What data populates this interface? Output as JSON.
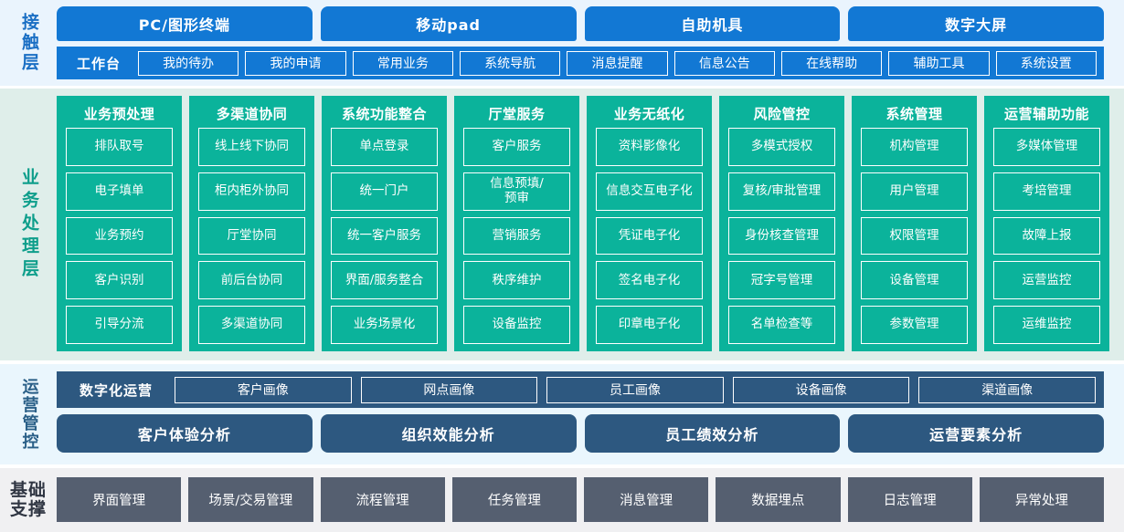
{
  "layers": {
    "contact": {
      "label": "接触层",
      "channels": [
        "PC/图形终端",
        "移动pad",
        "自助机具",
        "数字大屏"
      ],
      "workbench_title": "工作台",
      "workbench_items": [
        "我的待办",
        "我的申请",
        "常用业务",
        "系统导航",
        "消息提醒",
        "信息公告",
        "在线帮助",
        "辅助工具",
        "系统设置"
      ],
      "color": "#1278d4",
      "bg": "#eaf4fd"
    },
    "business": {
      "label": "业务处理层",
      "color": "#0bb39b",
      "bg": "#dfeeea",
      "columns": [
        {
          "title": "业务预处理",
          "items": [
            "排队取号",
            "电子填单",
            "业务预约",
            "客户识别",
            "引导分流"
          ]
        },
        {
          "title": "多渠道协同",
          "items": [
            "线上线下协同",
            "柜内柜外协同",
            "厅堂协同",
            "前后台协同",
            "多渠道协同"
          ]
        },
        {
          "title": "系统功能整合",
          "items": [
            "单点登录",
            "统一门户",
            "统一客户服务",
            "界面/服务整合",
            "业务场景化"
          ]
        },
        {
          "title": "厅堂服务",
          "items": [
            "客户服务",
            "信息预填/\n预审",
            "营销服务",
            "秩序维护",
            "设备监控"
          ]
        },
        {
          "title": "业务无纸化",
          "items": [
            "资料影像化",
            "信息交互电子化",
            "凭证电子化",
            "签名电子化",
            "印章电子化"
          ]
        },
        {
          "title": "风险管控",
          "items": [
            "多模式授权",
            "复核/审批管理",
            "身份核查管理",
            "冠字号管理",
            "名单检查等"
          ]
        },
        {
          "title": "系统管理",
          "items": [
            "机构管理",
            "用户管理",
            "权限管理",
            "设备管理",
            "参数管理"
          ]
        },
        {
          "title": "运营辅助功能",
          "items": [
            "多媒体管理",
            "考培管理",
            "故障上报",
            "运营监控",
            "运维监控"
          ]
        }
      ]
    },
    "operations": {
      "label": "运营管控",
      "color": "#2d5880",
      "bg": "#eaf6fd",
      "digital_title": "数字化运营",
      "portraits": [
        "客户画像",
        "网点画像",
        "员工画像",
        "设备画像",
        "渠道画像"
      ],
      "analyses": [
        "客户体验分析",
        "组织效能分析",
        "员工绩效分析",
        "运营要素分析"
      ]
    },
    "foundation": {
      "label": "基础支撑",
      "label_line1": "基础",
      "label_line2": "支撑",
      "color": "#555f70",
      "bg": "#f0f0f2",
      "items": [
        "界面管理",
        "场景/交易管理",
        "流程管理",
        "任务管理",
        "消息管理",
        "数据埋点",
        "日志管理",
        "异常处理"
      ]
    }
  }
}
